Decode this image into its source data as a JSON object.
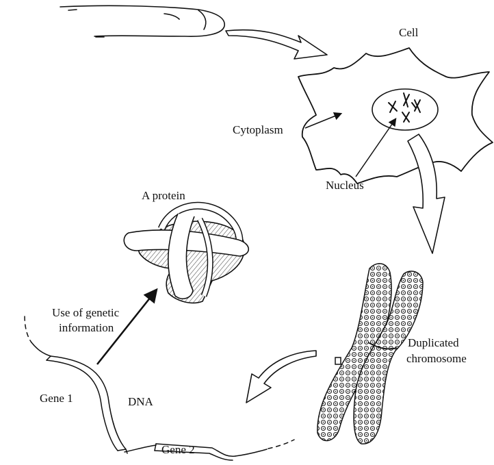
{
  "labels": {
    "cell": "Cell",
    "cytoplasm": "Cytoplasm",
    "nucleus": "Nucleus",
    "protein": "A protein",
    "genetic_info_line1": "Use of genetic",
    "genetic_info_line2": "information",
    "duplicated_line1": "Duplicated",
    "duplicated_line2": "chromosome",
    "gene1": "Gene 1",
    "dna": "DNA",
    "gene2": "Gene 2"
  },
  "icons": [
    "finger-icon",
    "cell-icon",
    "nucleus-icon",
    "protein-icon",
    "chromosome-icon",
    "dna-strand-icon"
  ],
  "colors": {
    "ink": "#111111",
    "background": "#ffffff",
    "shade": "#888888"
  }
}
